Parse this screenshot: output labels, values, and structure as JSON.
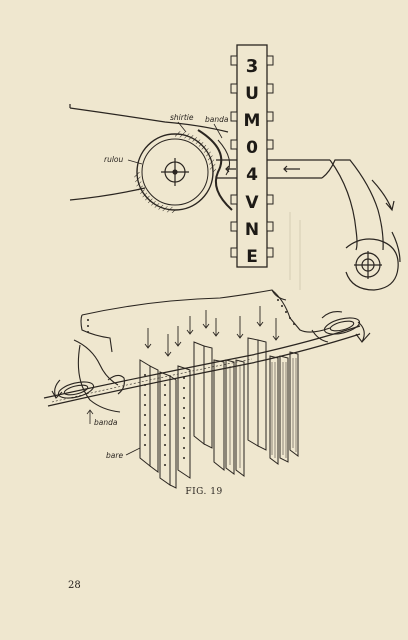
{
  "figure": {
    "caption": "FIG. 19",
    "tape_characters": [
      "3",
      "U",
      "M",
      "0",
      "4",
      "V",
      "N",
      "E"
    ],
    "labels": {
      "top_shirtie": "shirtie",
      "top_banda": "banda",
      "top_rulou": "rulou",
      "bottom_banda": "banda",
      "bottom_bare": "bare"
    }
  },
  "page": {
    "number": "28"
  },
  "colors": {
    "paper": "#efe7cf",
    "ink": "#2a2520"
  }
}
